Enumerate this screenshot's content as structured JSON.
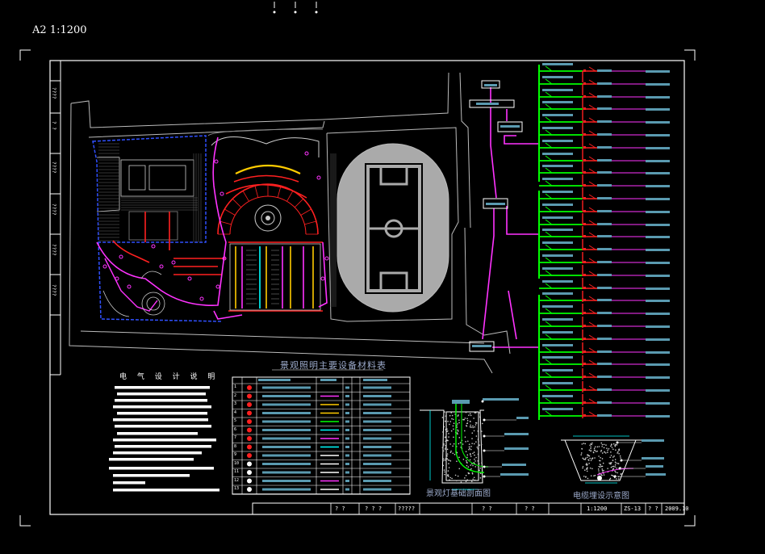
{
  "drawing": {
    "scale_label": "A2   1:1200",
    "equipment_table_title": "景观照明主要设备材料表",
    "design_notes_title": "电 气 设 计 说 明",
    "lamp_section_title": "景观灯基础剖面图",
    "cable_section_title": "电缆埋设示意图",
    "left_strip_labels": [
      "????",
      "? ?",
      "????",
      "????",
      "????",
      "????"
    ],
    "title_block": {
      "cells": [
        "? ?",
        "? ? ?",
        "?????",
        "? ?",
        "? ?",
        "1:1200",
        "ZS-13",
        "? ?",
        "2009.10"
      ]
    },
    "equipment_rows": [
      "1",
      "2",
      "3",
      "4",
      "5",
      "6",
      "7",
      "8",
      "9",
      "10",
      "11",
      "12",
      "13"
    ]
  },
  "colors": {
    "bus_green": "#00ff00",
    "feeder_red": "#ff2020",
    "magenta": "#ff33ff",
    "label_teal": "#5a9ab0",
    "border_white": "#ffffff"
  }
}
